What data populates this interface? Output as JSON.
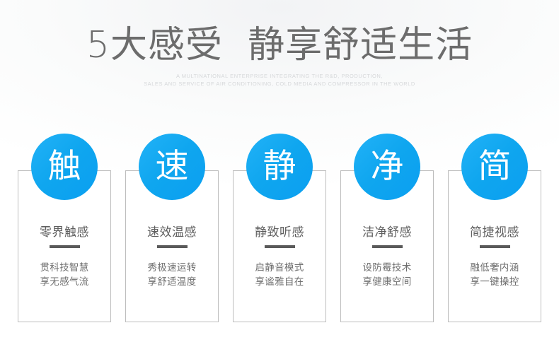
{
  "header": {
    "title": "5大感受  静享舒适生活",
    "subtitle_line1": "A MULTINATIONAL ENTERPRISE INTEGRATING THE R&D, PRODUCTION,",
    "subtitle_line2": "SALES AND SERVICE OF AIR CONDITIONING, COLD MEDIA AND COMPRESSOR IN THE WORLD"
  },
  "colors": {
    "badge_light": "#22b2f7",
    "badge_dark": "#0b9ff0",
    "title_text": "#6c6c6c",
    "heading_text": "#5e5e5e",
    "body_text": "#6e6e6e",
    "card_border": "#bdbdbd",
    "divider": "#5a5a5a",
    "subtitle_text": "#d6d8da",
    "background": "#ffffff"
  },
  "cards": [
    {
      "badge": "触",
      "heading": "零界触感",
      "body_line1": "贯科技智慧",
      "body_line2": "享无感气流"
    },
    {
      "badge": "速",
      "heading": "速效温感",
      "body_line1": "秀极速运转",
      "body_line2": "享舒适温度"
    },
    {
      "badge": "静",
      "heading": "静致听感",
      "body_line1": "启静音模式",
      "body_line2": "享谧雅自在"
    },
    {
      "badge": "净",
      "heading": "洁净舒感",
      "body_line1": "设防霉技术",
      "body_line2": "享健康空间"
    },
    {
      "badge": "简",
      "heading": "简捷视感",
      "body_line1": "融低奢内涵",
      "body_line2": "享一键操控"
    }
  ]
}
